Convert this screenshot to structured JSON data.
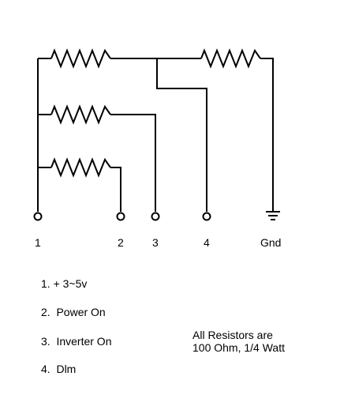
{
  "pins": {
    "p1": "1",
    "p2": "2",
    "p3": "3",
    "p4": "4",
    "gnd": "Gnd"
  },
  "legend": {
    "item1": "1. + 3~5v",
    "item2": "2.  Power On",
    "item3": "3.  Inverter On",
    "item4": "4.  Dlm"
  },
  "note": {
    "line1": "All Resistors are",
    "line2": "100 Ohm, 1/4 Watt"
  }
}
